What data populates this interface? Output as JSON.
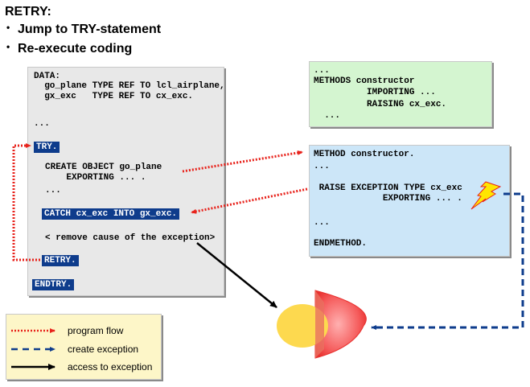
{
  "header": {
    "title": "RETRY:",
    "bullets": [
      "Jump to TRY-statement",
      "Re-execute coding"
    ]
  },
  "main_code": {
    "data_line": "DATA:",
    "decl1": "  go_plane TYPE REF TO lcl_airplane,",
    "decl2": "  gx_exc   TYPE REF TO cx_exc.",
    "dots1": "...",
    "try": "TRY.",
    "create": "CREATE OBJECT go_plane",
    "exporting": "    EXPORTING ... .",
    "dots2": "...",
    "catch": "CATCH cx_exc INTO gx_exc.",
    "remove": "< remove cause of the exception>",
    "retry": "RETRY.",
    "endtry": "ENDTRY."
  },
  "definition_code": {
    "dots1": "...",
    "methods": "METHODS constructor",
    "importing": "          IMPORTING ...",
    "raising": "          RAISING cx_exc.",
    "dots2": "  ..."
  },
  "implementation_code": {
    "method": "METHOD constructor.",
    "dots1": "...",
    "raise": " RAISE EXCEPTION TYPE cx_exc",
    "exporting": "             EXPORTING ... .",
    "dots2": "...",
    "endmethod": "ENDMETHOD."
  },
  "legend": {
    "items": [
      {
        "label": "program flow",
        "style": "dotted",
        "color": "#e8231c"
      },
      {
        "label": "create exception",
        "style": "dashed",
        "color": "#0e3c8c"
      },
      {
        "label": "access to exception",
        "style": "solid",
        "color": "#000000"
      }
    ]
  },
  "colors": {
    "main_box": "#e8e8e8",
    "definition_box": "#d4f5d0",
    "implementation_box": "#cce6f8",
    "legend_box": "#fdf6c8",
    "keyword_bg": "#0e3c8c",
    "program_flow": "#e8231c",
    "create_exception": "#0e3c8c"
  }
}
